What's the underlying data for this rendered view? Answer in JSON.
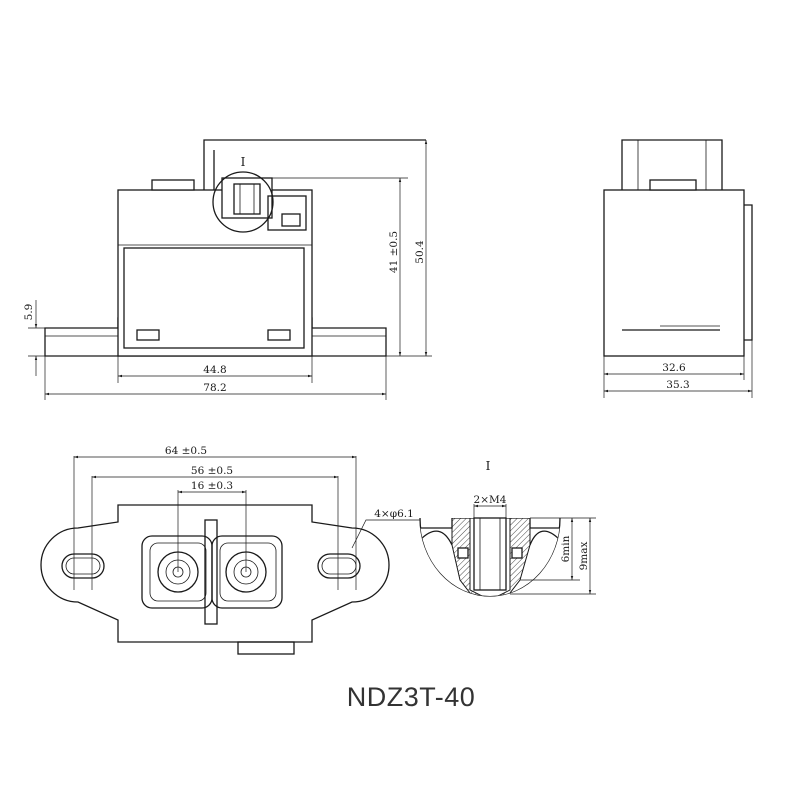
{
  "model_name": "NDZ3T-40",
  "front_view": {
    "detail_marker": "I",
    "dims": {
      "flange_thickness": "5.9",
      "body_width": "44.8",
      "overall_width": "78.2",
      "height_to_terminal": "41 ±0.5",
      "overall_height": "50.4"
    }
  },
  "side_view": {
    "dims": {
      "body_depth": "32.6",
      "overall_depth": "35.3"
    }
  },
  "bottom_view": {
    "dims": {
      "outer_hole_pitch": "64 ±0.5",
      "inner_hole_pitch": "56 ±0.5",
      "terminal_pitch": "16 ±0.3",
      "mounting_holes": "4×φ6.1"
    }
  },
  "detail_view": {
    "title": "I",
    "dims": {
      "thread": "2×M4",
      "min_depth": "6min",
      "max_depth": "9max"
    }
  },
  "colors": {
    "line": "#1a1a1a",
    "model_text": "#333333",
    "background": "#ffffff"
  }
}
